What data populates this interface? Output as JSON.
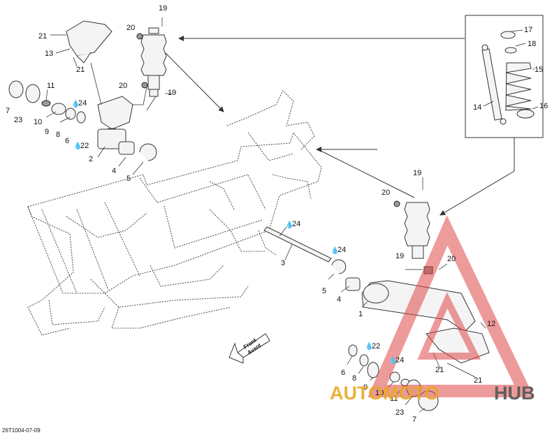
{
  "document_id": "26T1004-07-09",
  "direction_label": {
    "line1": "Front",
    "line2": "Avant"
  },
  "logo": {
    "part1": "AUTOMOTO",
    "part2": "HUB",
    "color_primary": "#e9a825",
    "color_secondary": "#5a5a5a",
    "mark_color": "#e04848"
  },
  "lubricant_symbol": "drop-icon",
  "callouts": [
    {
      "id": "c19a",
      "text": "19"
    },
    {
      "id": "c20a",
      "text": "20"
    },
    {
      "id": "c21a",
      "text": "21"
    },
    {
      "id": "c13",
      "text": "13"
    },
    {
      "id": "c21b",
      "text": "21"
    },
    {
      "id": "c20b",
      "text": "20"
    },
    {
      "id": "c19b",
      "text": "19"
    },
    {
      "id": "c11a",
      "text": "11"
    },
    {
      "id": "c24a",
      "text": "24"
    },
    {
      "id": "c7a",
      "text": "7"
    },
    {
      "id": "c23a",
      "text": "23"
    },
    {
      "id": "c10a",
      "text": "10"
    },
    {
      "id": "c9a",
      "text": "9"
    },
    {
      "id": "c8a",
      "text": "8"
    },
    {
      "id": "c6a",
      "text": "6"
    },
    {
      "id": "c22a",
      "text": "22"
    },
    {
      "id": "c2",
      "text": "2"
    },
    {
      "id": "c4a",
      "text": "4"
    },
    {
      "id": "c5a",
      "text": "5"
    },
    {
      "id": "c17",
      "text": "17"
    },
    {
      "id": "c18",
      "text": "18"
    },
    {
      "id": "c15",
      "text": "15"
    },
    {
      "id": "c14",
      "text": "14"
    },
    {
      "id": "c16",
      "text": "16"
    },
    {
      "id": "c19c",
      "text": "19"
    },
    {
      "id": "c20c",
      "text": "20"
    },
    {
      "id": "c24b",
      "text": "24"
    },
    {
      "id": "c24c",
      "text": "24"
    },
    {
      "id": "c3",
      "text": "3"
    },
    {
      "id": "c5b",
      "text": "5"
    },
    {
      "id": "c4b",
      "text": "4"
    },
    {
      "id": "c1",
      "text": "1"
    },
    {
      "id": "c19d",
      "text": "19"
    },
    {
      "id": "c20d",
      "text": "20"
    },
    {
      "id": "c12",
      "text": "12"
    },
    {
      "id": "c22b",
      "text": "22"
    },
    {
      "id": "c24d",
      "text": "24"
    },
    {
      "id": "c6b",
      "text": "6"
    },
    {
      "id": "c8b",
      "text": "8"
    },
    {
      "id": "c9b",
      "text": "9"
    },
    {
      "id": "c21c",
      "text": "21"
    },
    {
      "id": "c21d",
      "text": "21"
    },
    {
      "id": "c10b",
      "text": "10"
    },
    {
      "id": "c11b",
      "text": "11"
    },
    {
      "id": "c23b",
      "text": "23"
    },
    {
      "id": "c7b",
      "text": "7"
    }
  ]
}
